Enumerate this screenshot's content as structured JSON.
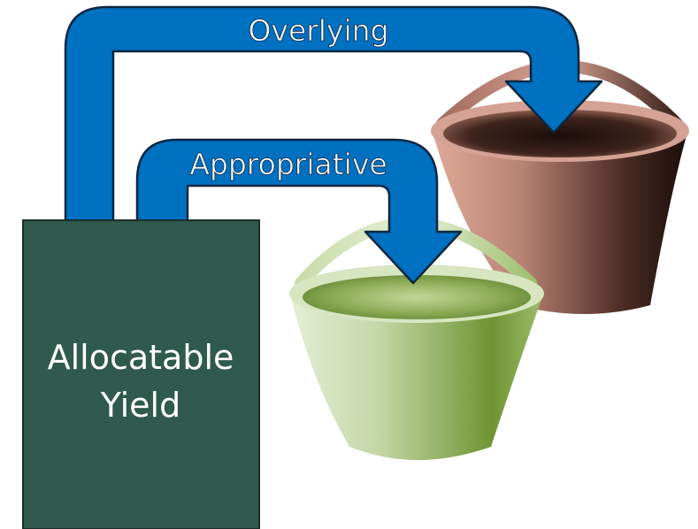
{
  "source_box": {
    "label_line1": "Allocatable",
    "label_line2": "Yield",
    "color": "#2f5a4d"
  },
  "arrows": {
    "overlying": {
      "label": "Overlying",
      "color": "#0070c0"
    },
    "appropriative": {
      "label": "Appropriative",
      "color": "#0070c0"
    }
  },
  "buckets": {
    "overlying_bucket": {
      "color": "#b3847a"
    },
    "appropriative_bucket": {
      "color": "#8fb35a"
    }
  }
}
